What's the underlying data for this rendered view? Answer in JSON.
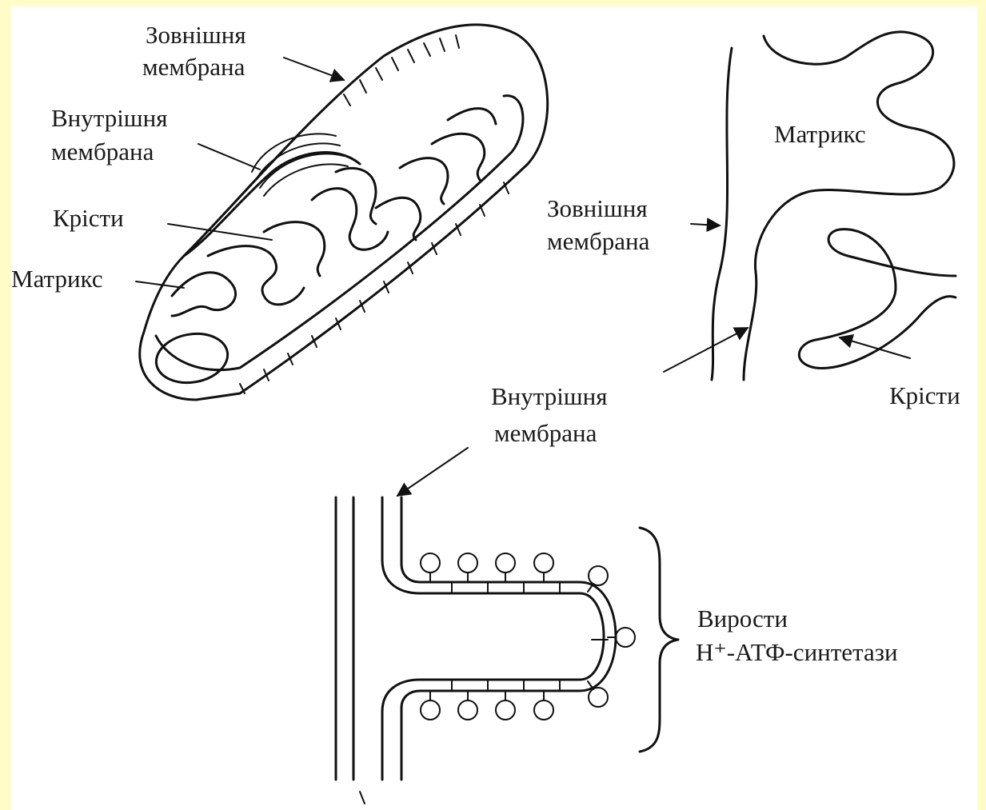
{
  "labels": {
    "mito_outer_l1": "Зовнішня",
    "mito_outer_l2": "мембрана",
    "mito_inner_l1": "Внутрішня",
    "mito_inner_l2": "мембрана",
    "mito_cristae": "Крісти",
    "mito_matrix": "Матрикс",
    "detail_matrix": "Матрикс",
    "detail_outer_l1": "Зовнішня",
    "detail_outer_l2": "мембрана",
    "detail_cristae": "Крісти",
    "detail_inner_l1": "Внутрішня",
    "detail_inner_l2": "мембрана",
    "atp_l1": "Вирости",
    "atp_l2": "H⁺-АТФ-синтетази"
  },
  "colors": {
    "frame": "#fffcc8",
    "background": "#ffffff",
    "ink": "#111111"
  }
}
